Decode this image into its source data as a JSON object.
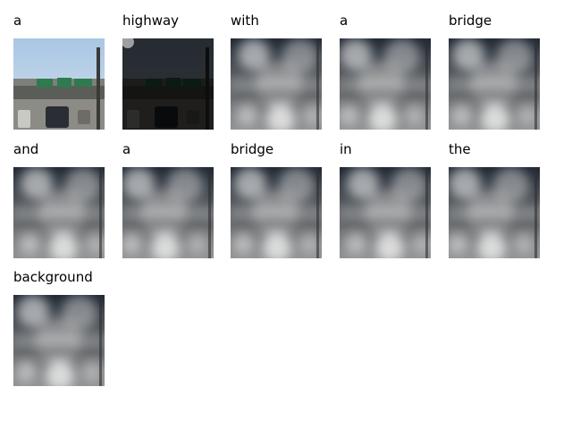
{
  "caption_words": [
    "a",
    "highway",
    "with",
    "a",
    "bridge",
    "and",
    "a",
    "bridge",
    "in",
    "the",
    "background"
  ],
  "thumbnails": [
    {
      "kind": "original-photo",
      "depicts": "highway overpass with green road signs and cars"
    },
    {
      "kind": "attention-map",
      "depicts": "darkened photo"
    },
    {
      "kind": "attention-map",
      "depicts": "blurred attention"
    },
    {
      "kind": "attention-map",
      "depicts": "blurred attention"
    },
    {
      "kind": "attention-map",
      "depicts": "blurred attention"
    },
    {
      "kind": "attention-map",
      "depicts": "blurred attention"
    },
    {
      "kind": "attention-map",
      "depicts": "blurred attention"
    },
    {
      "kind": "attention-map",
      "depicts": "blurred attention"
    },
    {
      "kind": "attention-map",
      "depicts": "blurred attention"
    },
    {
      "kind": "attention-map",
      "depicts": "blurred attention"
    },
    {
      "kind": "attention-map",
      "depicts": "blurred attention"
    }
  ],
  "colors": {
    "sky": "#a9c6e4",
    "sign": "#2f7a4e",
    "bridge": "#5a5d58",
    "road": "#8d8b86"
  }
}
